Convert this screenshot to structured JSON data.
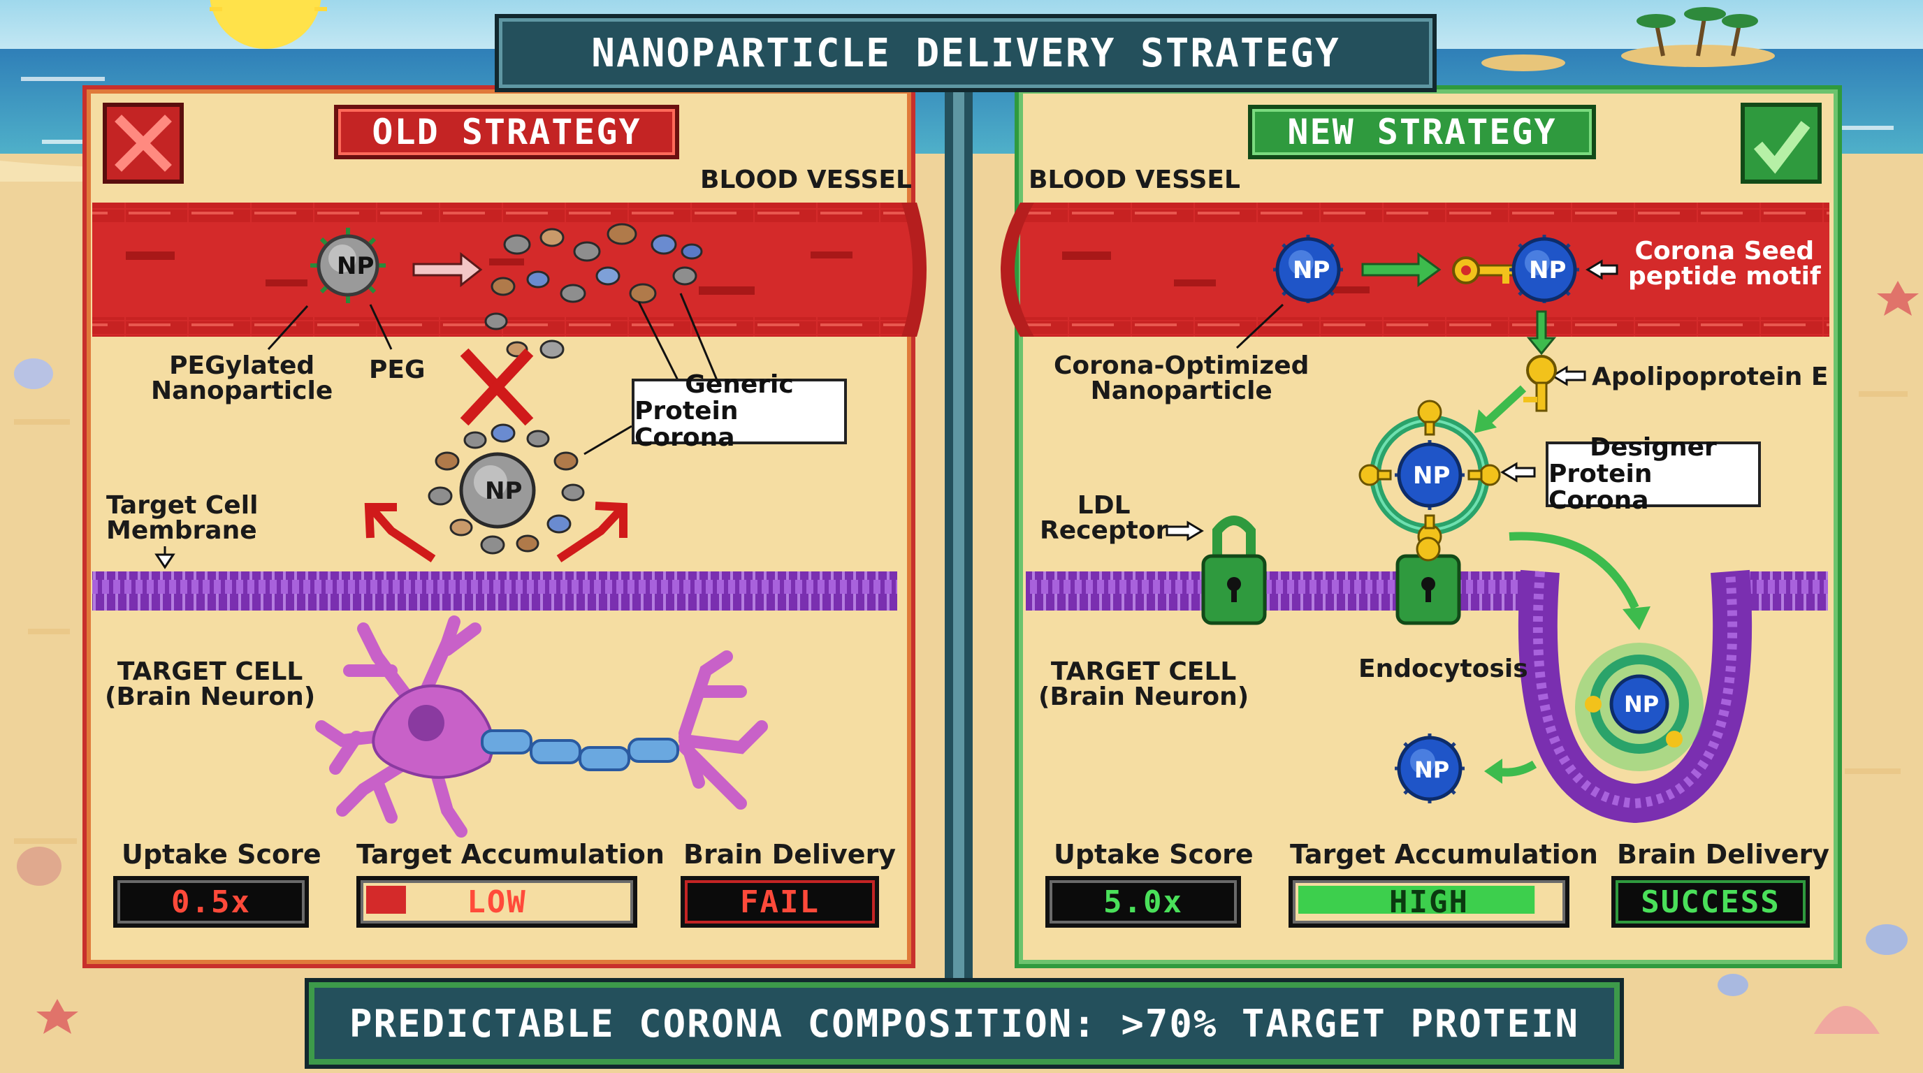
{
  "title": "NANOPARTICLE DELIVERY STRATEGY",
  "footer": "PREDICTABLE CORONA COMPOSITION: >70% TARGET PROTEIN",
  "colors": {
    "old": "#c42424",
    "new": "#2f9a3e",
    "vessel": "#d42a2a",
    "membrane": "#8e3fc2",
    "np_new": "#1f55c8",
    "np_old": "#9a9a9a",
    "key": "#f2c21b"
  },
  "old": {
    "heading": "OLD STRATEGY",
    "status_icon": "x-icon",
    "vessel_label": "BLOOD VESSEL",
    "np_label": "NP",
    "pegylated_label": [
      "PEGylated",
      "Nanoparticle"
    ],
    "peg_label": "PEG",
    "corona_label": [
      "Generic",
      "Protein Corona"
    ],
    "membrane_label": [
      "Target Cell",
      "Membrane"
    ],
    "cell_label": [
      "TARGET CELL",
      "(Brain Neuron)"
    ],
    "metrics": [
      {
        "label": "Uptake Score",
        "value": "0.5x"
      },
      {
        "label": "Target Accumulation",
        "value": "LOW",
        "level": 0.1
      },
      {
        "label": "Brain Delivery",
        "value": "FAIL"
      }
    ]
  },
  "new": {
    "heading": "NEW STRATEGY",
    "status_icon": "checkmark-icon",
    "vessel_label": "BLOOD VESSEL",
    "np_label": "NP",
    "seed_label": [
      "Corona Seed",
      "peptide motif"
    ],
    "optimized_label": [
      "Corona-Optimized",
      "Nanoparticle"
    ],
    "apoe_label": "Apolipoprotein E",
    "designer_label": [
      "Designer",
      "Protein Corona"
    ],
    "ldl_label": [
      "LDL",
      "Receptor"
    ],
    "endocytosis_label": "Endocytosis",
    "cell_label": [
      "TARGET CELL",
      "(Brain Neuron)"
    ],
    "metrics": [
      {
        "label": "Uptake Score",
        "value": "5.0x"
      },
      {
        "label": "Target Accumulation",
        "value": "HIGH",
        "level": 0.95
      },
      {
        "label": "Brain Delivery",
        "value": "SUCCESS"
      }
    ]
  }
}
